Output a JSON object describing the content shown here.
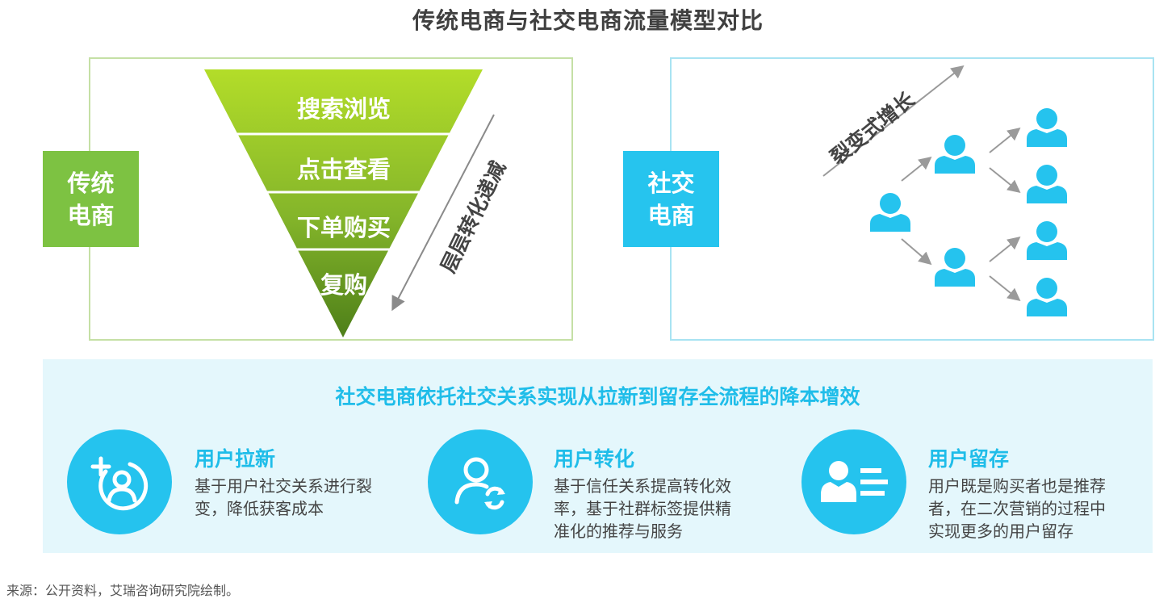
{
  "title": "传统电商与社交电商流量模型对比",
  "left": {
    "label_line1": "传统",
    "label_line2": "电商",
    "funnel_stages": [
      "搜索浏览",
      "点击查看",
      "下单购买",
      "复购"
    ],
    "arrow_label": "层层转化递减",
    "colors": {
      "label": "#7dc242",
      "funnel_top": "#b3dd29",
      "funnel_bottom": "#4e7f19",
      "border": "#c5e0a5"
    }
  },
  "right": {
    "label_line1": "社交",
    "label_line2": "电商",
    "arrow_label": "裂变式增长",
    "colors": {
      "label": "#26c4ee",
      "user_icon": "#25c3ee",
      "border": "#a8e3f2"
    },
    "icon": "user-icon"
  },
  "bottom": {
    "title": "社交电商依托社交关系实现从拉新到留存全流程的降本增效",
    "features": [
      {
        "icon": "add-user-icon",
        "title": "用户拉新",
        "desc_lines": [
          "基于用户社交关系进行裂",
          "变，降低获客成本"
        ]
      },
      {
        "icon": "user-refresh-icon",
        "title": "用户转化",
        "desc_lines": [
          "基于信任关系提高转化效",
          "率，基于社群标签提供精",
          "准化的推荐与服务"
        ]
      },
      {
        "icon": "user-list-icon",
        "title": "用户留存",
        "desc_lines": [
          "用户既是购买者也是推荐",
          "者，在二次营销的过程中",
          "实现更多的用户留存"
        ]
      }
    ]
  },
  "source": "来源：公开资料，艾瑞咨询研究院绘制。"
}
